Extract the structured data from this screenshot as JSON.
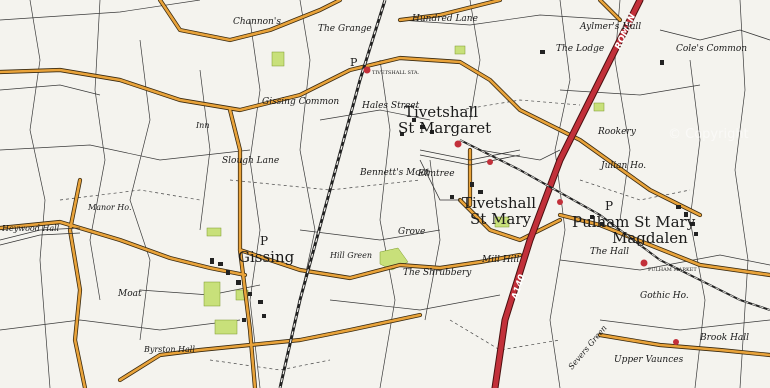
{
  "places": {
    "tivetshall_st_margaret_1": "Tivetshall",
    "tivetshall_st_margaret_2": "St Margaret",
    "tivetshall_st_mary_1": "Tivetshall",
    "tivetshall_st_mary_2": "St Mary",
    "pulham_1": "Pulham St Mary",
    "pulham_2": "Magdalen",
    "gissing": "Gissing",
    "gissing_p": "P",
    "tivetshall_p": "P",
    "pulham_p": "P"
  },
  "features": {
    "hundred_lane": "Hundred Lane",
    "fir_grange": "The Grange",
    "channons": "Channon's",
    "lodge": "The Lodge",
    "aylmers_hall": "Aylmer's Hall",
    "coles_common": "Cole's Common",
    "gissing_common": "Gissing Common",
    "halest_street": "Hales Street",
    "slough_lane": "Slough Lane",
    "bennetts_moat": "Bennett's Moat",
    "elmtree": "Elmtree",
    "rookery": "Rookery",
    "julian_ho": "Julian Ho.",
    "the_grove": "Grove",
    "the_shrubbery": "The Shrubbery",
    "mill_hill": "Mill Hill",
    "the_hall": "The Hall",
    "gothic_ho": "Gothic Ho.",
    "upper_vaunces": "Upper Vaunces",
    "brook_hall": "Brook Hall",
    "heywood_hall": "Heywood Hall",
    "manor_ho": "Manor Ho.",
    "moat": "Moat",
    "byrston_hall": "Byrston Hall",
    "hill_green": "Hill Green",
    "severs_green": "Severs Green",
    "pulham_market": "PULHAM MARKET",
    "tivetshall_sta": "TIVETSHALL STA.",
    "inn": "Inn",
    "road_a140": "A140",
    "road_roman": "ROMAN"
  },
  "watermark": "© Copyright"
}
